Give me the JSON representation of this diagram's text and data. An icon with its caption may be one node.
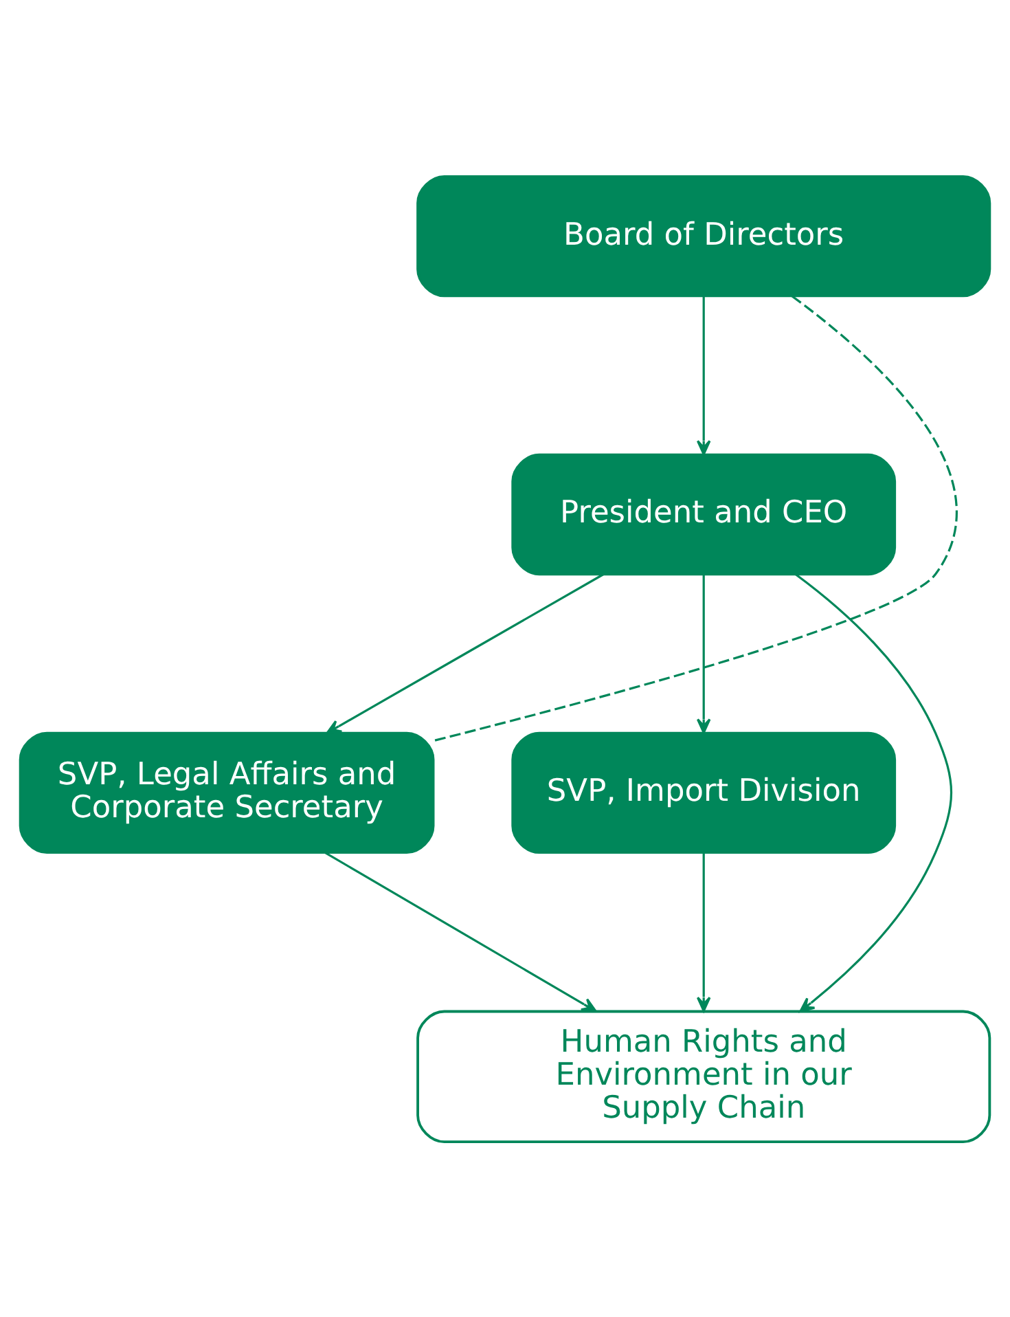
{
  "diagram": {
    "nodes": [
      {
        "text": [
          "Board of Directors"
        ]
      },
      {
        "text": [
          "President and CEO"
        ]
      },
      {
        "text": [
          "SVP, Legal Affairs and Corporate Secretary"
        ]
      },
      {
        "text": [
          "SVP, Import Division"
        ]
      },
      {
        "text": [
          "Human Rights and Environment in our Supply Chain"
        ]
      }
    ],
    "edges": [
      {
        "from": 0,
        "to": 1,
        "arrow": "to"
      },
      {
        "from": 1,
        "to": 2,
        "arrow": "to"
      },
      {
        "from": 1,
        "to": 4,
        "arrow": "to"
      },
      {
        "from": 1,
        "to": 3,
        "arrow": "to"
      },
      {
        "from": 2,
        "to": 4,
        "arrow": "to"
      },
      {
        "from": 3,
        "to": 4,
        "arrow": "to"
      },
      {
        "from": 0,
        "to": 2,
        "arrow": "none",
        "style": "dashed"
      }
    ]
  }
}
